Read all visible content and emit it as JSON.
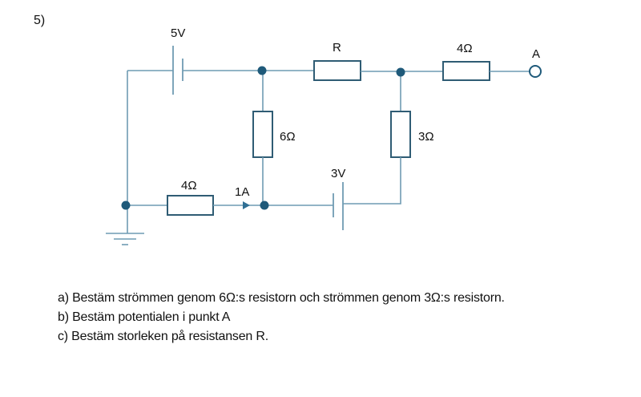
{
  "problem_number": "5)",
  "circuit": {
    "labels": {
      "battery_top": "5V",
      "battery_bottom": "3V",
      "resistor_r": "R",
      "resistor_top_right": "4Ω",
      "resistor_6": "6Ω",
      "resistor_3": "3Ω",
      "resistor_bottom_left": "4Ω",
      "current": "1A",
      "terminal": "A"
    },
    "colors": {
      "wire": "#6f9bb3",
      "resistor_outline": "#2f5c74",
      "node": "#1f5a7a"
    }
  },
  "questions": [
    "a) Bestäm strömmen genom 6Ω:s resistorn och strömmen genom 3Ω:s resistorn.",
    "b) Bestäm potentialen i punkt A",
    "c) Bestäm storleken på resistansen R."
  ]
}
